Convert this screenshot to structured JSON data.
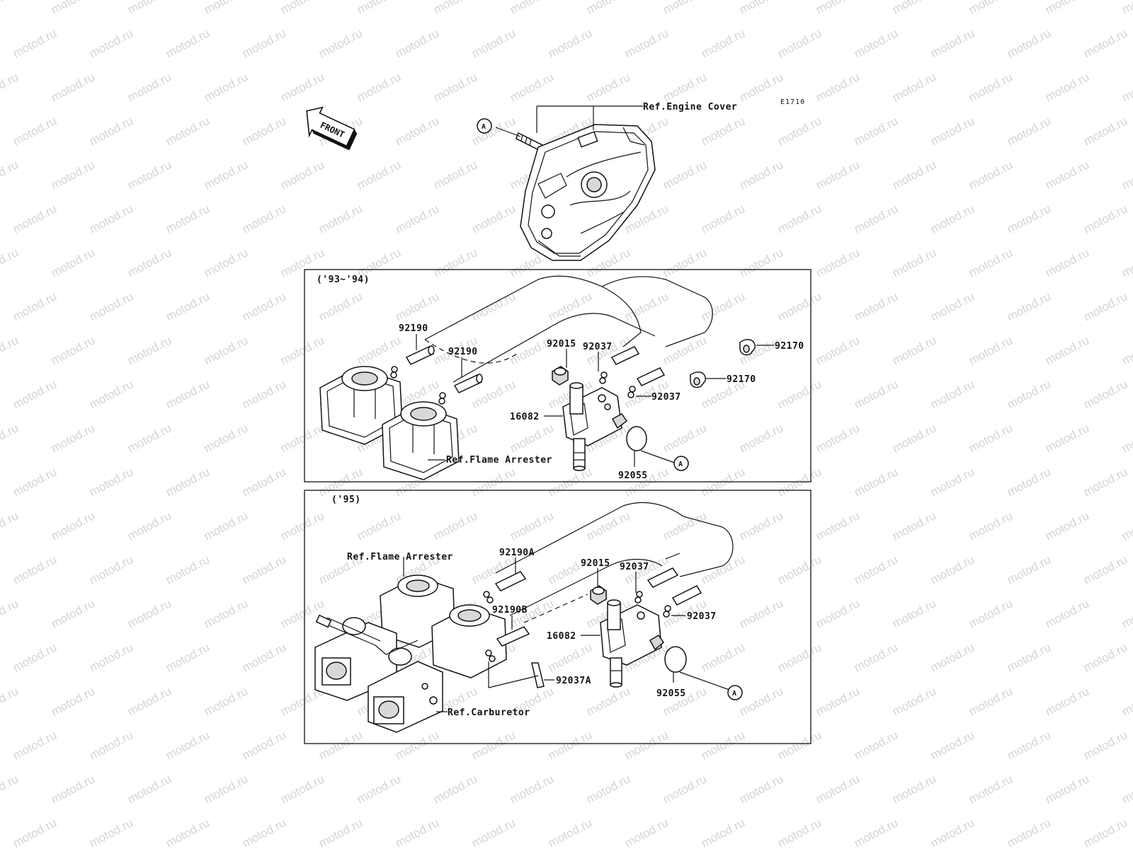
{
  "diagram_code": "E1710",
  "front_label": "FRONT",
  "watermark": "motod.ru",
  "top": {
    "ref_engine_cover": "Ref.Engine Cover",
    "marker": "A"
  },
  "panel1": {
    "title": "('93~'94)",
    "labels": {
      "p92190_a": "92190",
      "p92190_b": "92190",
      "p92015": "92015",
      "p92037_a": "92037",
      "p92037_b": "92037",
      "p92170_a": "92170",
      "p92170_b": "92170",
      "p16082": "16082",
      "p92055": "92055",
      "ref_flame": "Ref.Flame Arrester",
      "marker": "A"
    }
  },
  "panel2": {
    "title": "('95)",
    "labels": {
      "ref_flame": "Ref.Flame Arrester",
      "p92190A": "92190A",
      "p92015": "92015",
      "p92037_a": "92037",
      "p92037_b": "92037",
      "p92190B": "92190B",
      "p16082": "16082",
      "p92037A": "92037A",
      "p92055": "92055",
      "ref_carb": "Ref.Carburetor",
      "marker": "A"
    }
  }
}
